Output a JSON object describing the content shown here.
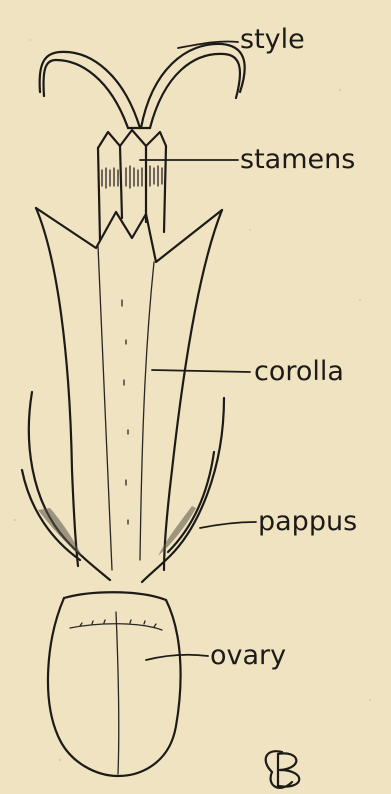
{
  "figure": {
    "background_color": "#efe3c1",
    "ink_color": "#1d1b18",
    "labels": {
      "style": "style",
      "stamens": "stamens",
      "corolla": "corolla",
      "pappus": "pappus",
      "ovary": "ovary"
    }
  }
}
